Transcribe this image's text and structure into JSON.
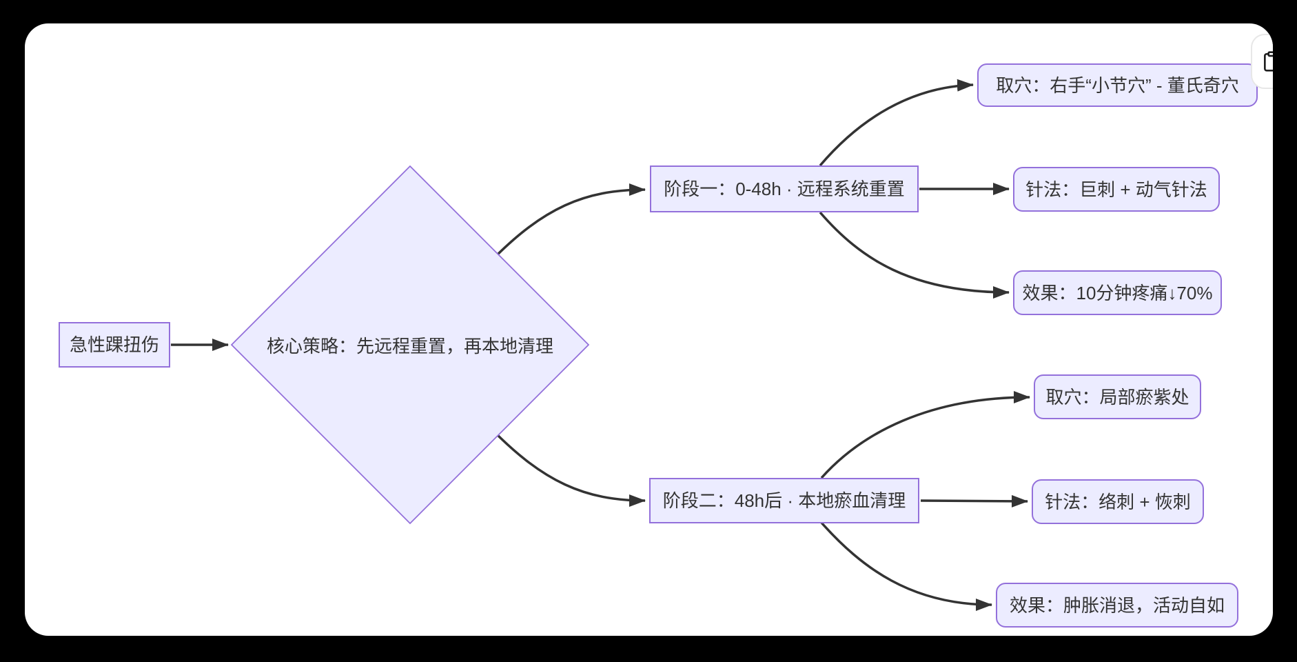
{
  "card": {
    "copy_button": {
      "icon": "clipboard-icon"
    }
  },
  "flowchart": {
    "type": "flowchart-LR",
    "nodes": {
      "start": "急性踝扭伤",
      "decision": "核心策略：先远程重置，再本地清理",
      "stage1": "阶段一：0-48h · 远程系统重置",
      "stage1_acupoint": "取穴：右手“小节穴” - 董氏奇穴",
      "stage1_needling": "针法：巨刺 + 动气针法",
      "stage1_effect": "效果：10分钟疼痛↓70%",
      "stage2": "阶段二：48h后 · 本地瘀血清理",
      "stage2_acupoint": "取穴：局部瘀紫处",
      "stage2_needling": "针法：络刺 + 恢刺",
      "stage2_effect": "效果：肿胀消退，活动自如"
    },
    "edges": [
      {
        "from": "start",
        "to": "decision"
      },
      {
        "from": "decision",
        "to": "stage1"
      },
      {
        "from": "decision",
        "to": "stage2"
      },
      {
        "from": "stage1",
        "to": "stage1_acupoint"
      },
      {
        "from": "stage1",
        "to": "stage1_needling"
      },
      {
        "from": "stage1",
        "to": "stage1_effect"
      },
      {
        "from": "stage2",
        "to": "stage2_acupoint"
      },
      {
        "from": "stage2",
        "to": "stage2_needling"
      },
      {
        "from": "stage2",
        "to": "stage2_effect"
      }
    ],
    "colors": {
      "node_fill": "#ECECFF",
      "node_border": "#9370DB",
      "edge": "#333333",
      "text": "#333333",
      "canvas": "#FFFFFF",
      "page_background": "#000000"
    }
  }
}
